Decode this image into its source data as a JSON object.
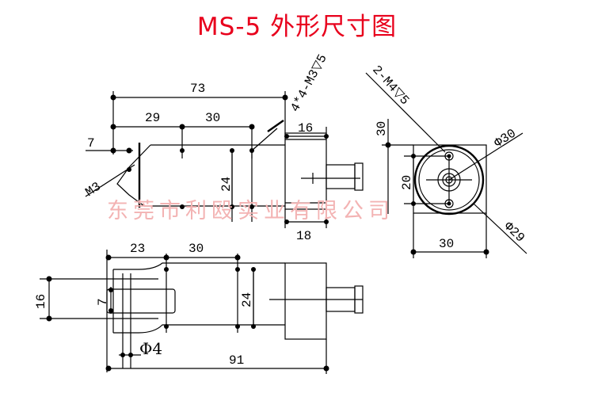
{
  "title": "MS-5 外形尺寸图",
  "watermark": "东莞市利殴实业有限公司",
  "colors": {
    "title": "#e8001c",
    "watermark": "#f3b3b3",
    "lines": "#000000"
  },
  "side_view": {
    "dims": {
      "d73": "73",
      "d29": "29",
      "d30": "30",
      "d16": "16",
      "d7": "7",
      "d24": "24",
      "d18": "18",
      "m3": "M3",
      "holes": "4*4-M3▽5"
    }
  },
  "end_view": {
    "dims": {
      "d30v": "30",
      "d20": "20",
      "d30h": "30",
      "phi30": "Φ30",
      "phi29": "Φ29",
      "holes": "2-M4▽5"
    }
  },
  "top_view": {
    "dims": {
      "d23": "23",
      "d30": "30",
      "d16": "16",
      "d7": "7",
      "d24": "24",
      "phi4": "Φ4",
      "d91": "91"
    }
  }
}
